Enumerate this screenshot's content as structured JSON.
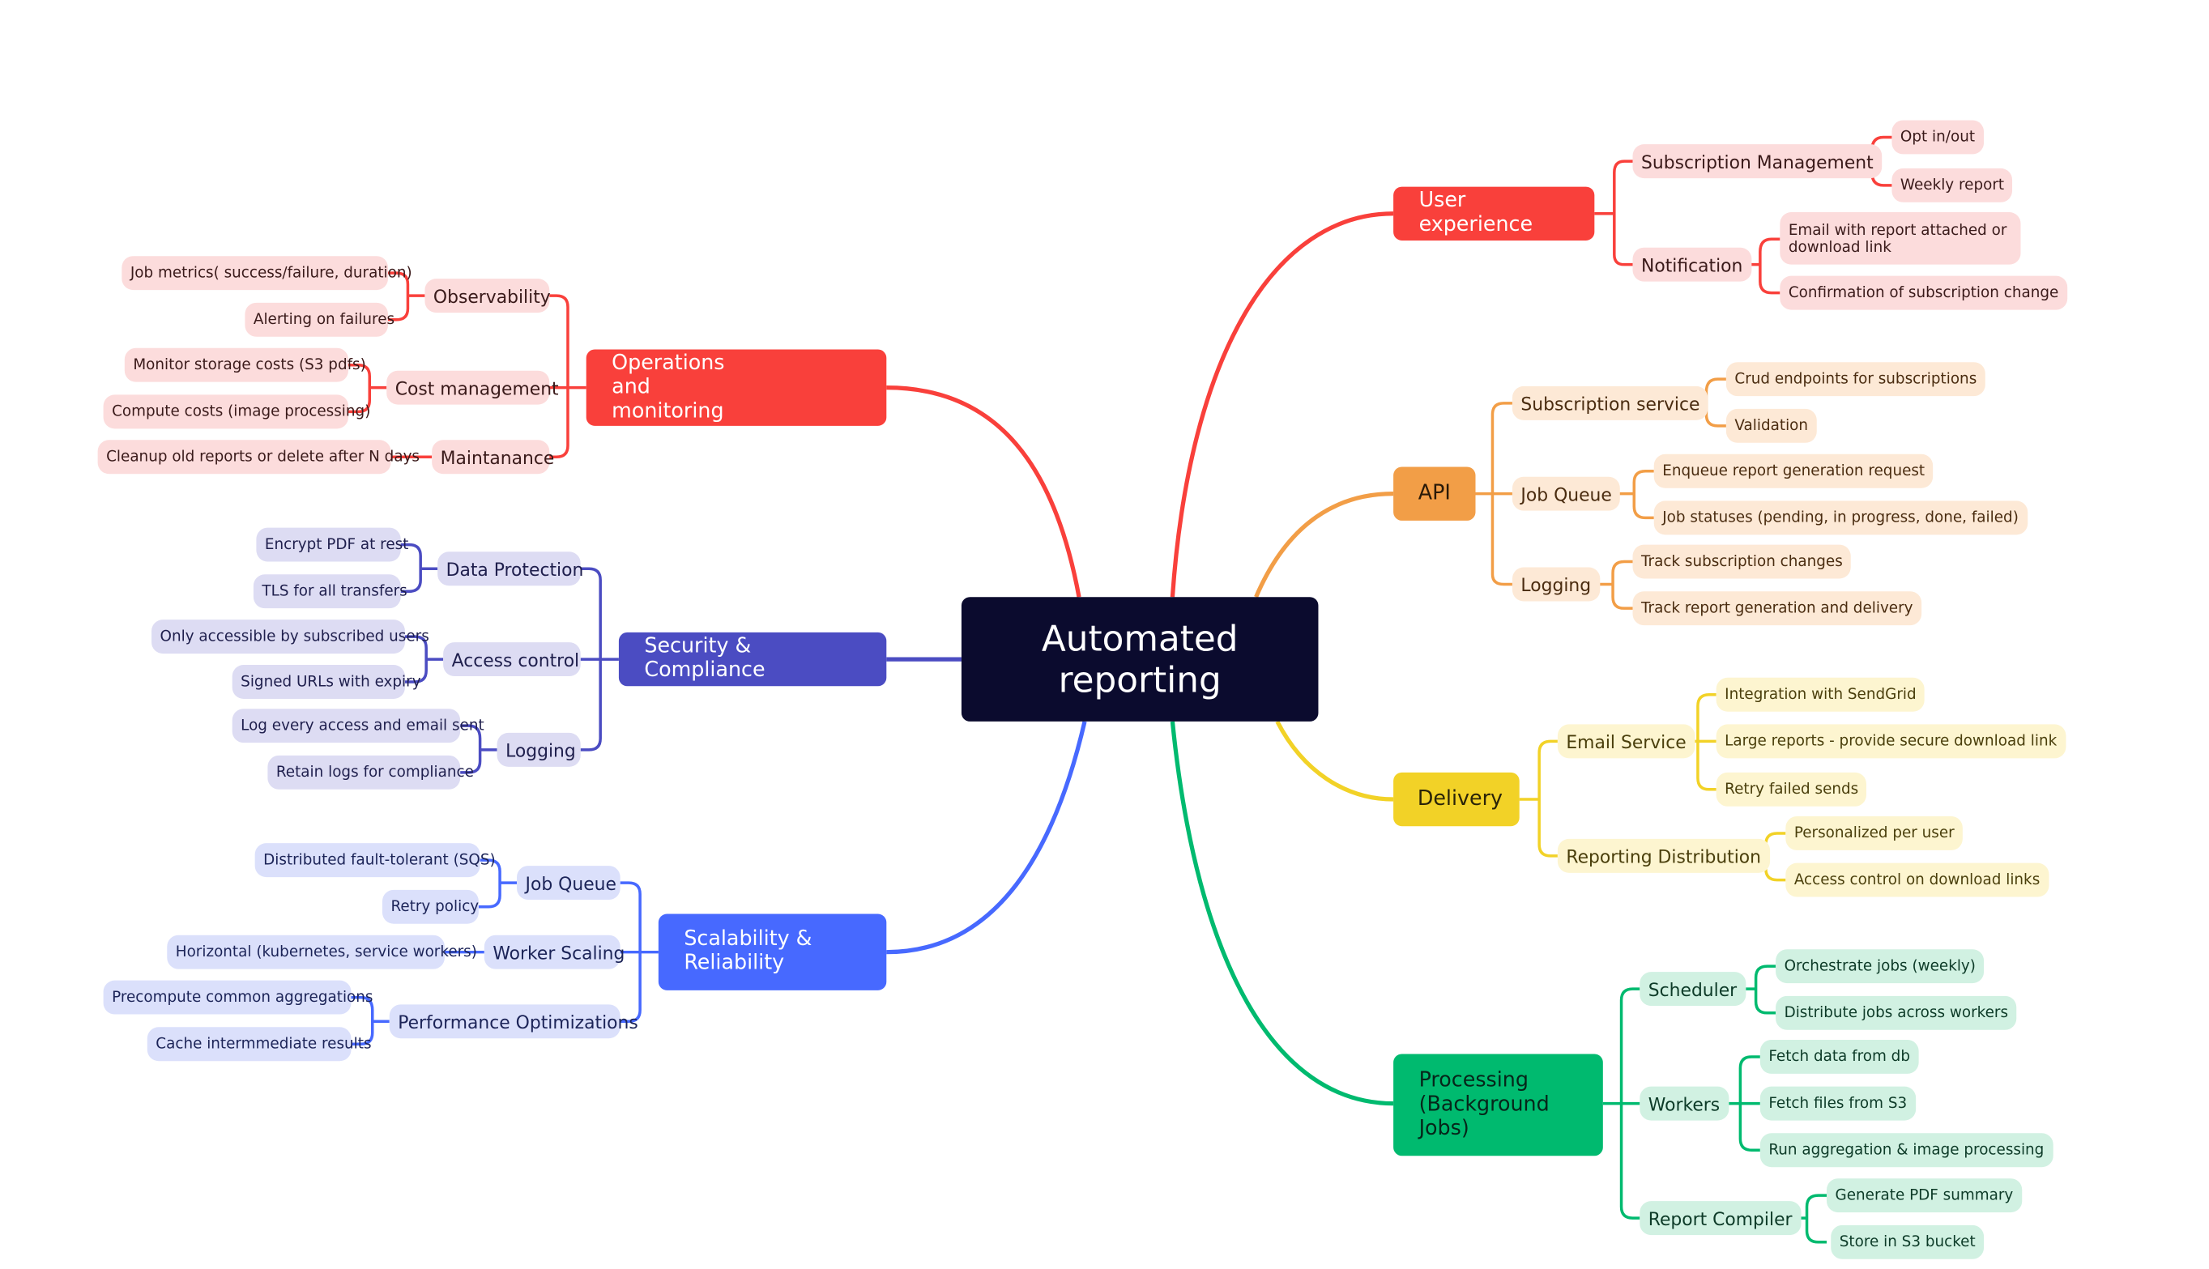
{
  "root": {
    "label": "Automated reporting",
    "color": "#0b0b2e"
  },
  "colors": {
    "red": {
      "main": "#f9403b",
      "sub": "#fcdcdc",
      "text": "#3a1a1a"
    },
    "orange": {
      "main": "#f29e47",
      "sub": "#fde9d6",
      "text": "#4a2c10"
    },
    "yellow": {
      "main": "#f2d227",
      "sub": "#fdf5d0",
      "text": "#4a3f0c"
    },
    "green": {
      "main": "#00ba6f",
      "sub": "#d1f1e2",
      "text": "#0d3b28"
    },
    "blue": {
      "main": "#4769ff",
      "sub": "#dbe0fb",
      "text": "#1c2458"
    },
    "indigo": {
      "main": "#4b4cc2",
      "sub": "#dddcf3",
      "text": "#1f1f4d"
    }
  },
  "user_experience": {
    "label": "User experience",
    "subscription_management": {
      "label": "Subscription Management",
      "items": [
        "Opt in/out",
        "Weekly report"
      ]
    },
    "notification": {
      "label": "Notification",
      "items": [
        "Email with report attached or download link",
        "Confirmation of subscription change"
      ]
    }
  },
  "api": {
    "label": "API",
    "subscription_service": {
      "label": "Subscription service",
      "items": [
        "Crud endpoints for subscriptions",
        "Validation"
      ]
    },
    "job_queue": {
      "label": "Job Queue",
      "items": [
        "Enqueue report generation request",
        "Job statuses (pending, in progress, done, failed)"
      ]
    },
    "logging": {
      "label": "Logging",
      "items": [
        "Track subscription changes",
        "Track report generation and delivery"
      ]
    }
  },
  "delivery": {
    "label": "Delivery",
    "email_service": {
      "label": "Email Service",
      "items": [
        "Integration with SendGrid",
        "Large reports - provide secure download link",
        "Retry failed sends"
      ]
    },
    "reporting_distribution": {
      "label": "Reporting Distribution",
      "items": [
        "Personalized per user",
        "Access control on download links"
      ]
    }
  },
  "processing": {
    "label": "Processing (Background Jobs)",
    "scheduler": {
      "label": "Scheduler",
      "items": [
        "Orchestrate jobs (weekly)",
        "Distribute jobs across workers"
      ]
    },
    "workers": {
      "label": "Workers",
      "items": [
        "Fetch data from db",
        "Fetch files from S3",
        "Run aggregation & image processing"
      ]
    },
    "report_compiler": {
      "label": "Report Compiler",
      "items": [
        "Generate PDF summary",
        "Store in S3 bucket"
      ]
    }
  },
  "operations": {
    "label": "Operations and monitoring",
    "observability": {
      "label": "Observability",
      "items": [
        "Job metrics( success/failure, duration)",
        "Alerting on failures"
      ]
    },
    "cost_management": {
      "label": "Cost management",
      "items": [
        "Monitor storage costs (S3 pdfs)",
        "Compute costs (image processing)"
      ]
    },
    "maintanance": {
      "label": "Maintanance",
      "items": [
        "Cleanup old reports or delete after N days"
      ]
    }
  },
  "security": {
    "label": "Security & Compliance",
    "data_protection": {
      "label": "Data Protection",
      "items": [
        "Encrypt PDF at rest",
        "TLS for all transfers"
      ]
    },
    "access_control": {
      "label": "Access control",
      "items": [
        "Only accessible by subscribed users",
        "Signed URLs with expiry"
      ]
    },
    "logging": {
      "label": "Logging",
      "items": [
        "Log every access and email sent",
        "Retain logs for compliance"
      ]
    }
  },
  "scalability": {
    "label": "Scalability & Reliability",
    "job_queue": {
      "label": "Job Queue",
      "items": [
        "Distributed fault-tolerant (SQS)",
        "Retry policy"
      ]
    },
    "worker_scaling": {
      "label": "Worker Scaling",
      "items": [
        "Horizontal (kubernetes, service workers)"
      ]
    },
    "performance": {
      "label": "Performance Optimizations",
      "items": [
        "Precompute common aggregations",
        "Cache intermmediate results"
      ]
    }
  }
}
